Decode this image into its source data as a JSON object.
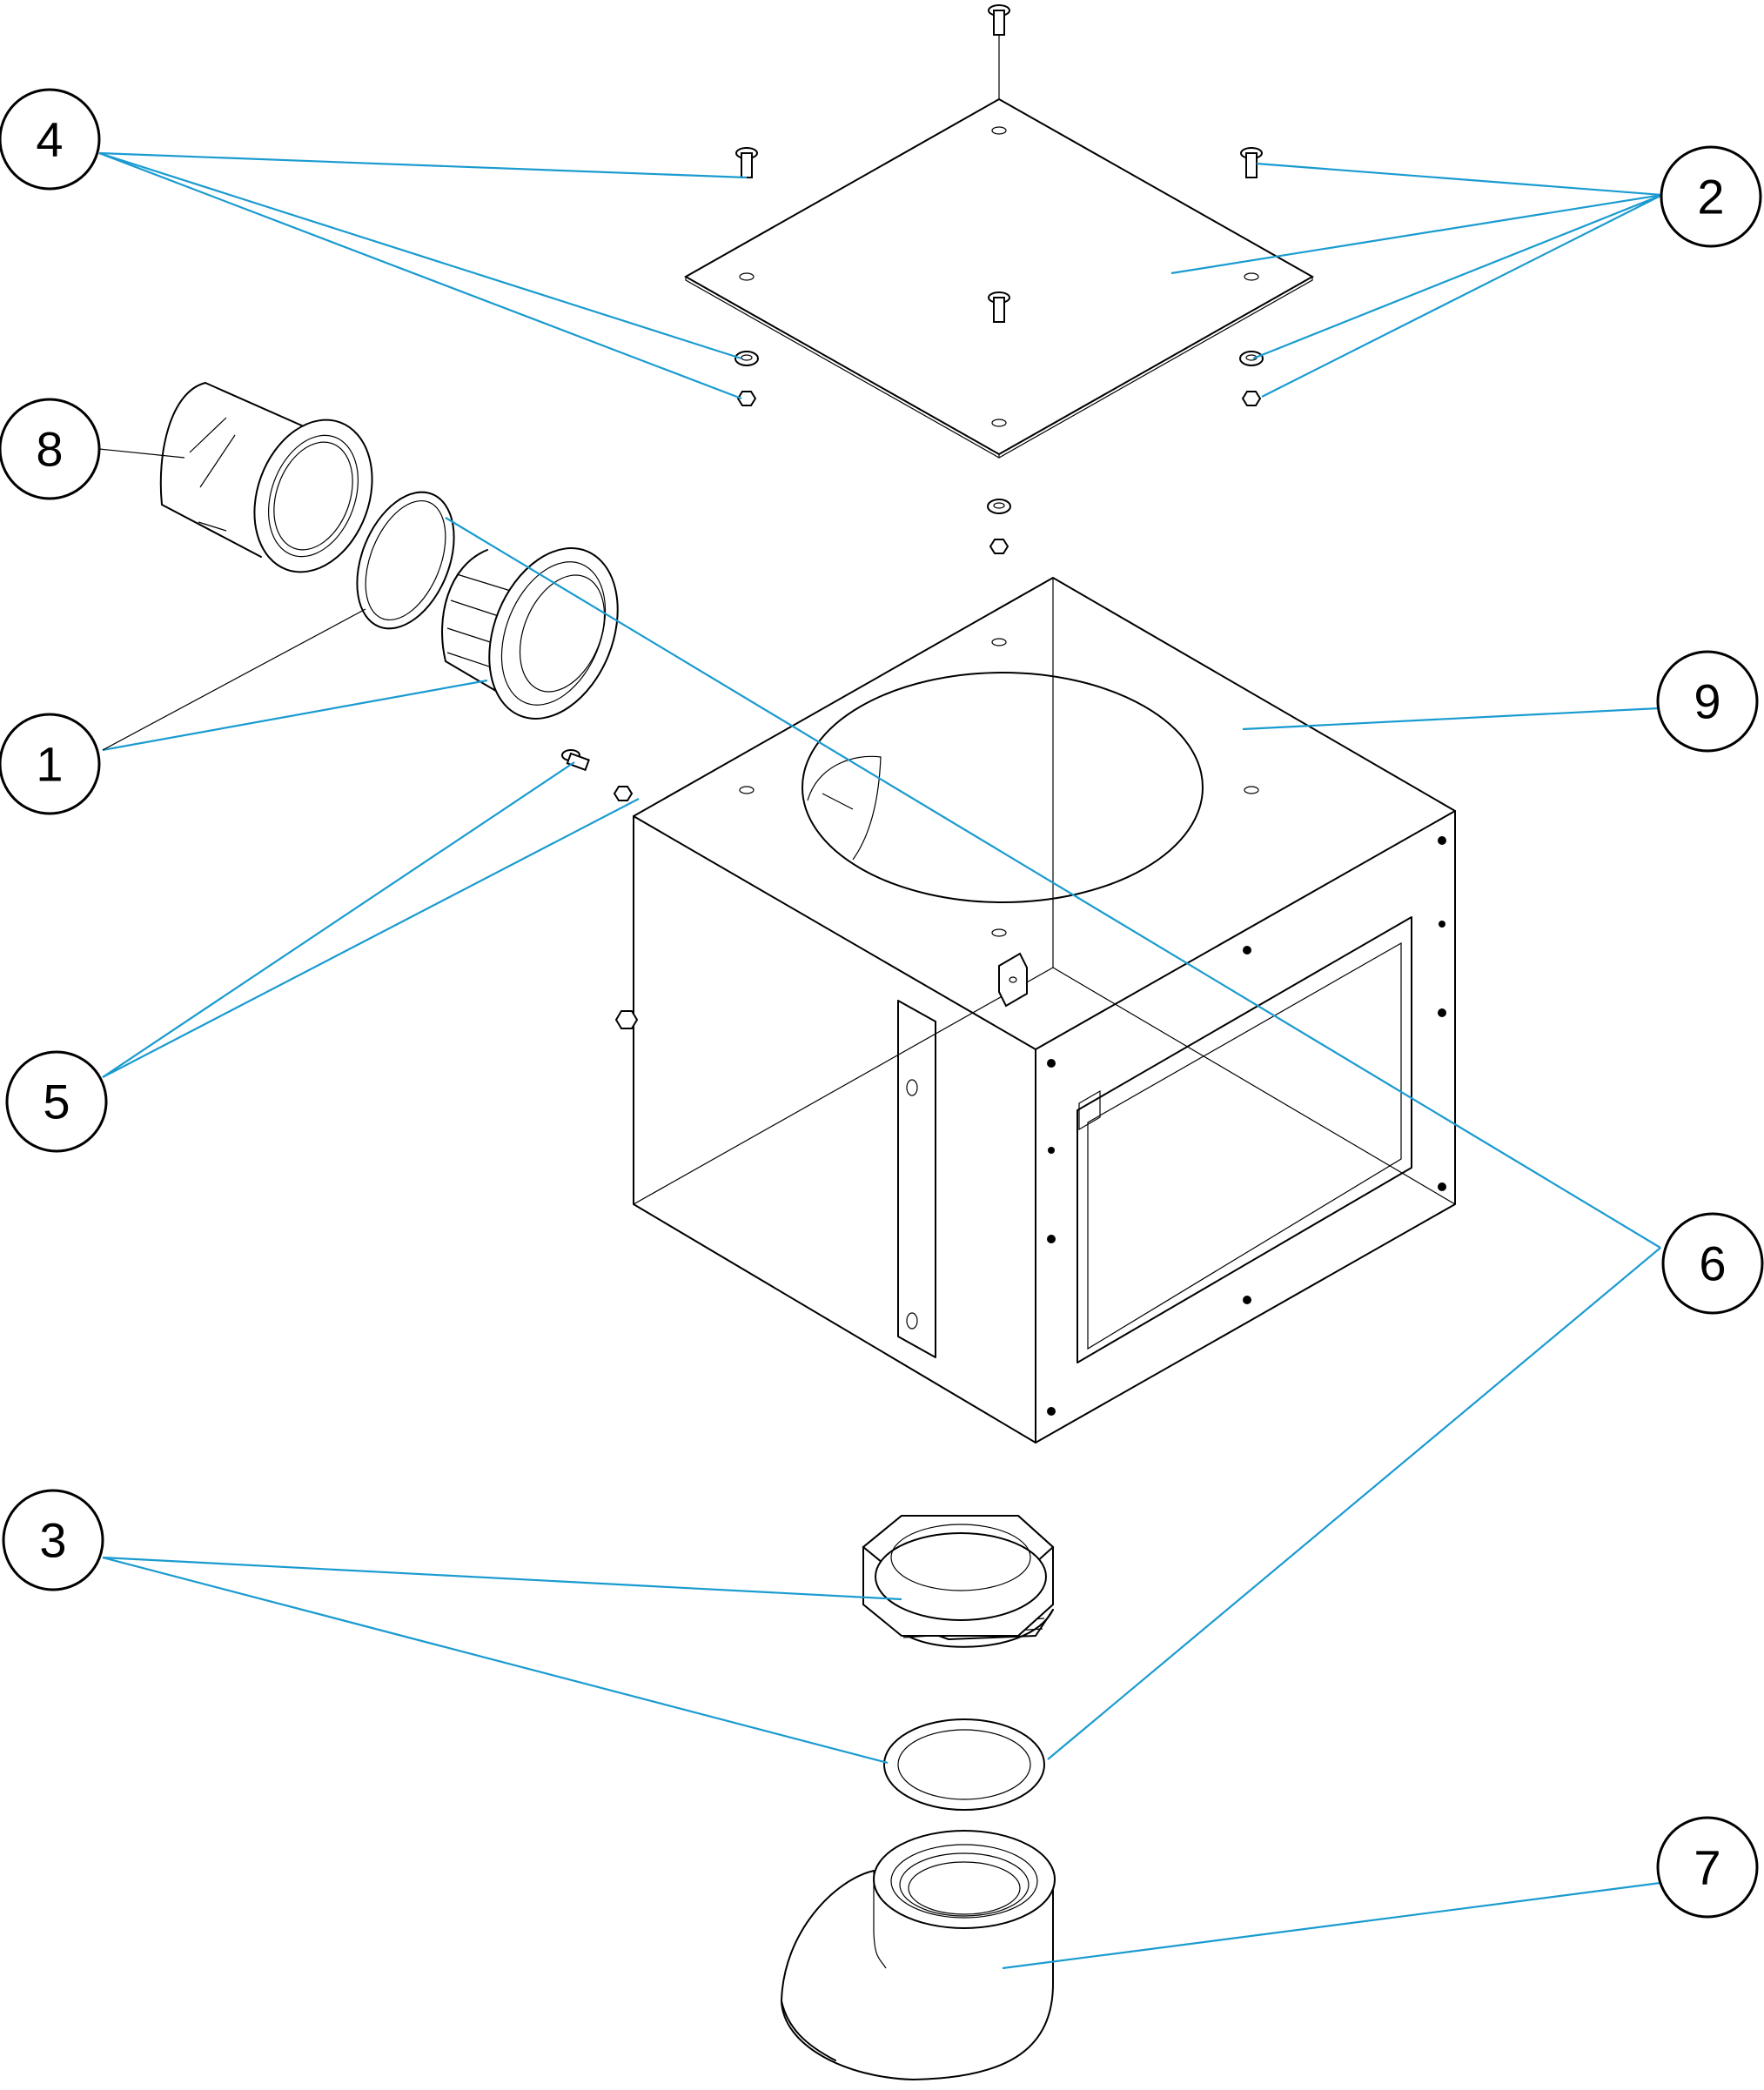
{
  "diagram": {
    "type": "exploded-parts-view",
    "callouts": [
      {
        "id": "1",
        "label": "1"
      },
      {
        "id": "2",
        "label": "2"
      },
      {
        "id": "3",
        "label": "3"
      },
      {
        "id": "4",
        "label": "4"
      },
      {
        "id": "5",
        "label": "5"
      },
      {
        "id": "6",
        "label": "6"
      },
      {
        "id": "7",
        "label": "7"
      },
      {
        "id": "8",
        "label": "8"
      },
      {
        "id": "9",
        "label": "9"
      }
    ],
    "colors": {
      "leader": "#1a9bd0",
      "line": "#000000",
      "background": "#ffffff"
    }
  }
}
